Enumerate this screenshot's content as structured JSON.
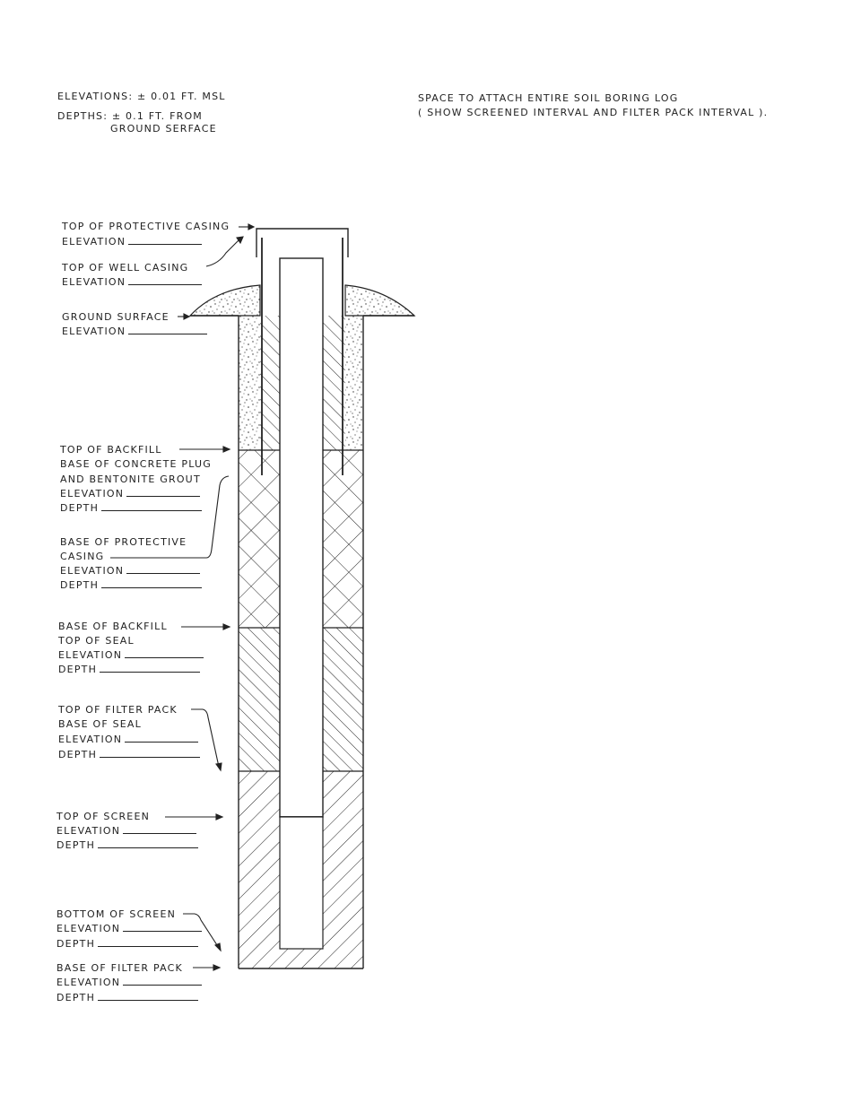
{
  "header": {
    "left_line1": "ELEVATIONS: ± 0.01  FT.  MSL",
    "left_line2": "DEPTHS: ± 0.1  FT.  FROM",
    "left_line3": "GROUND  SERFACE",
    "right_line1": "SPACE  TO  ATTACH  ENTIRE  SOIL  BORING  LOG",
    "right_line2": "( SHOW  SCREENED  INTERVAL  AND  FILTER  PACK  INTERVAL ).",
    "right_line1_dummy": ""
  },
  "labels": {
    "top_protective_casing": "TOP  OF  PROTECTIVE  CASING",
    "elevation": "ELEVATION",
    "top_well_casing": "TOP  OF  WELL  CASING",
    "ground_surface": "GROUND  SURFACE",
    "top_backfill": "TOP  OF  BACKFILL",
    "base_concrete_plug": "BASE  OF  CONCRETE  PLUG",
    "and_bentonite_grout": "AND  BENTONITE  GROUT",
    "depth": "DEPTH",
    "base_protective": "BASE  OF  PROTECTIVE",
    "casing": "CASING",
    "base_backfill": "BASE  OF  BACKFILL",
    "top_seal": "TOP  OF  SEAL",
    "top_filter_pack": "TOP  OF  FILTER  PACK",
    "base_seal": "BASE  OF  SEAL",
    "top_screen": "TOP  OF  SCREEN",
    "bottom_screen": "BOTTOM  OF  SCREEN",
    "base_filter_pack": "BASE  OF  FILTER  PACK"
  },
  "colors": {
    "ink": "#222222",
    "paper": "#ffffff"
  }
}
